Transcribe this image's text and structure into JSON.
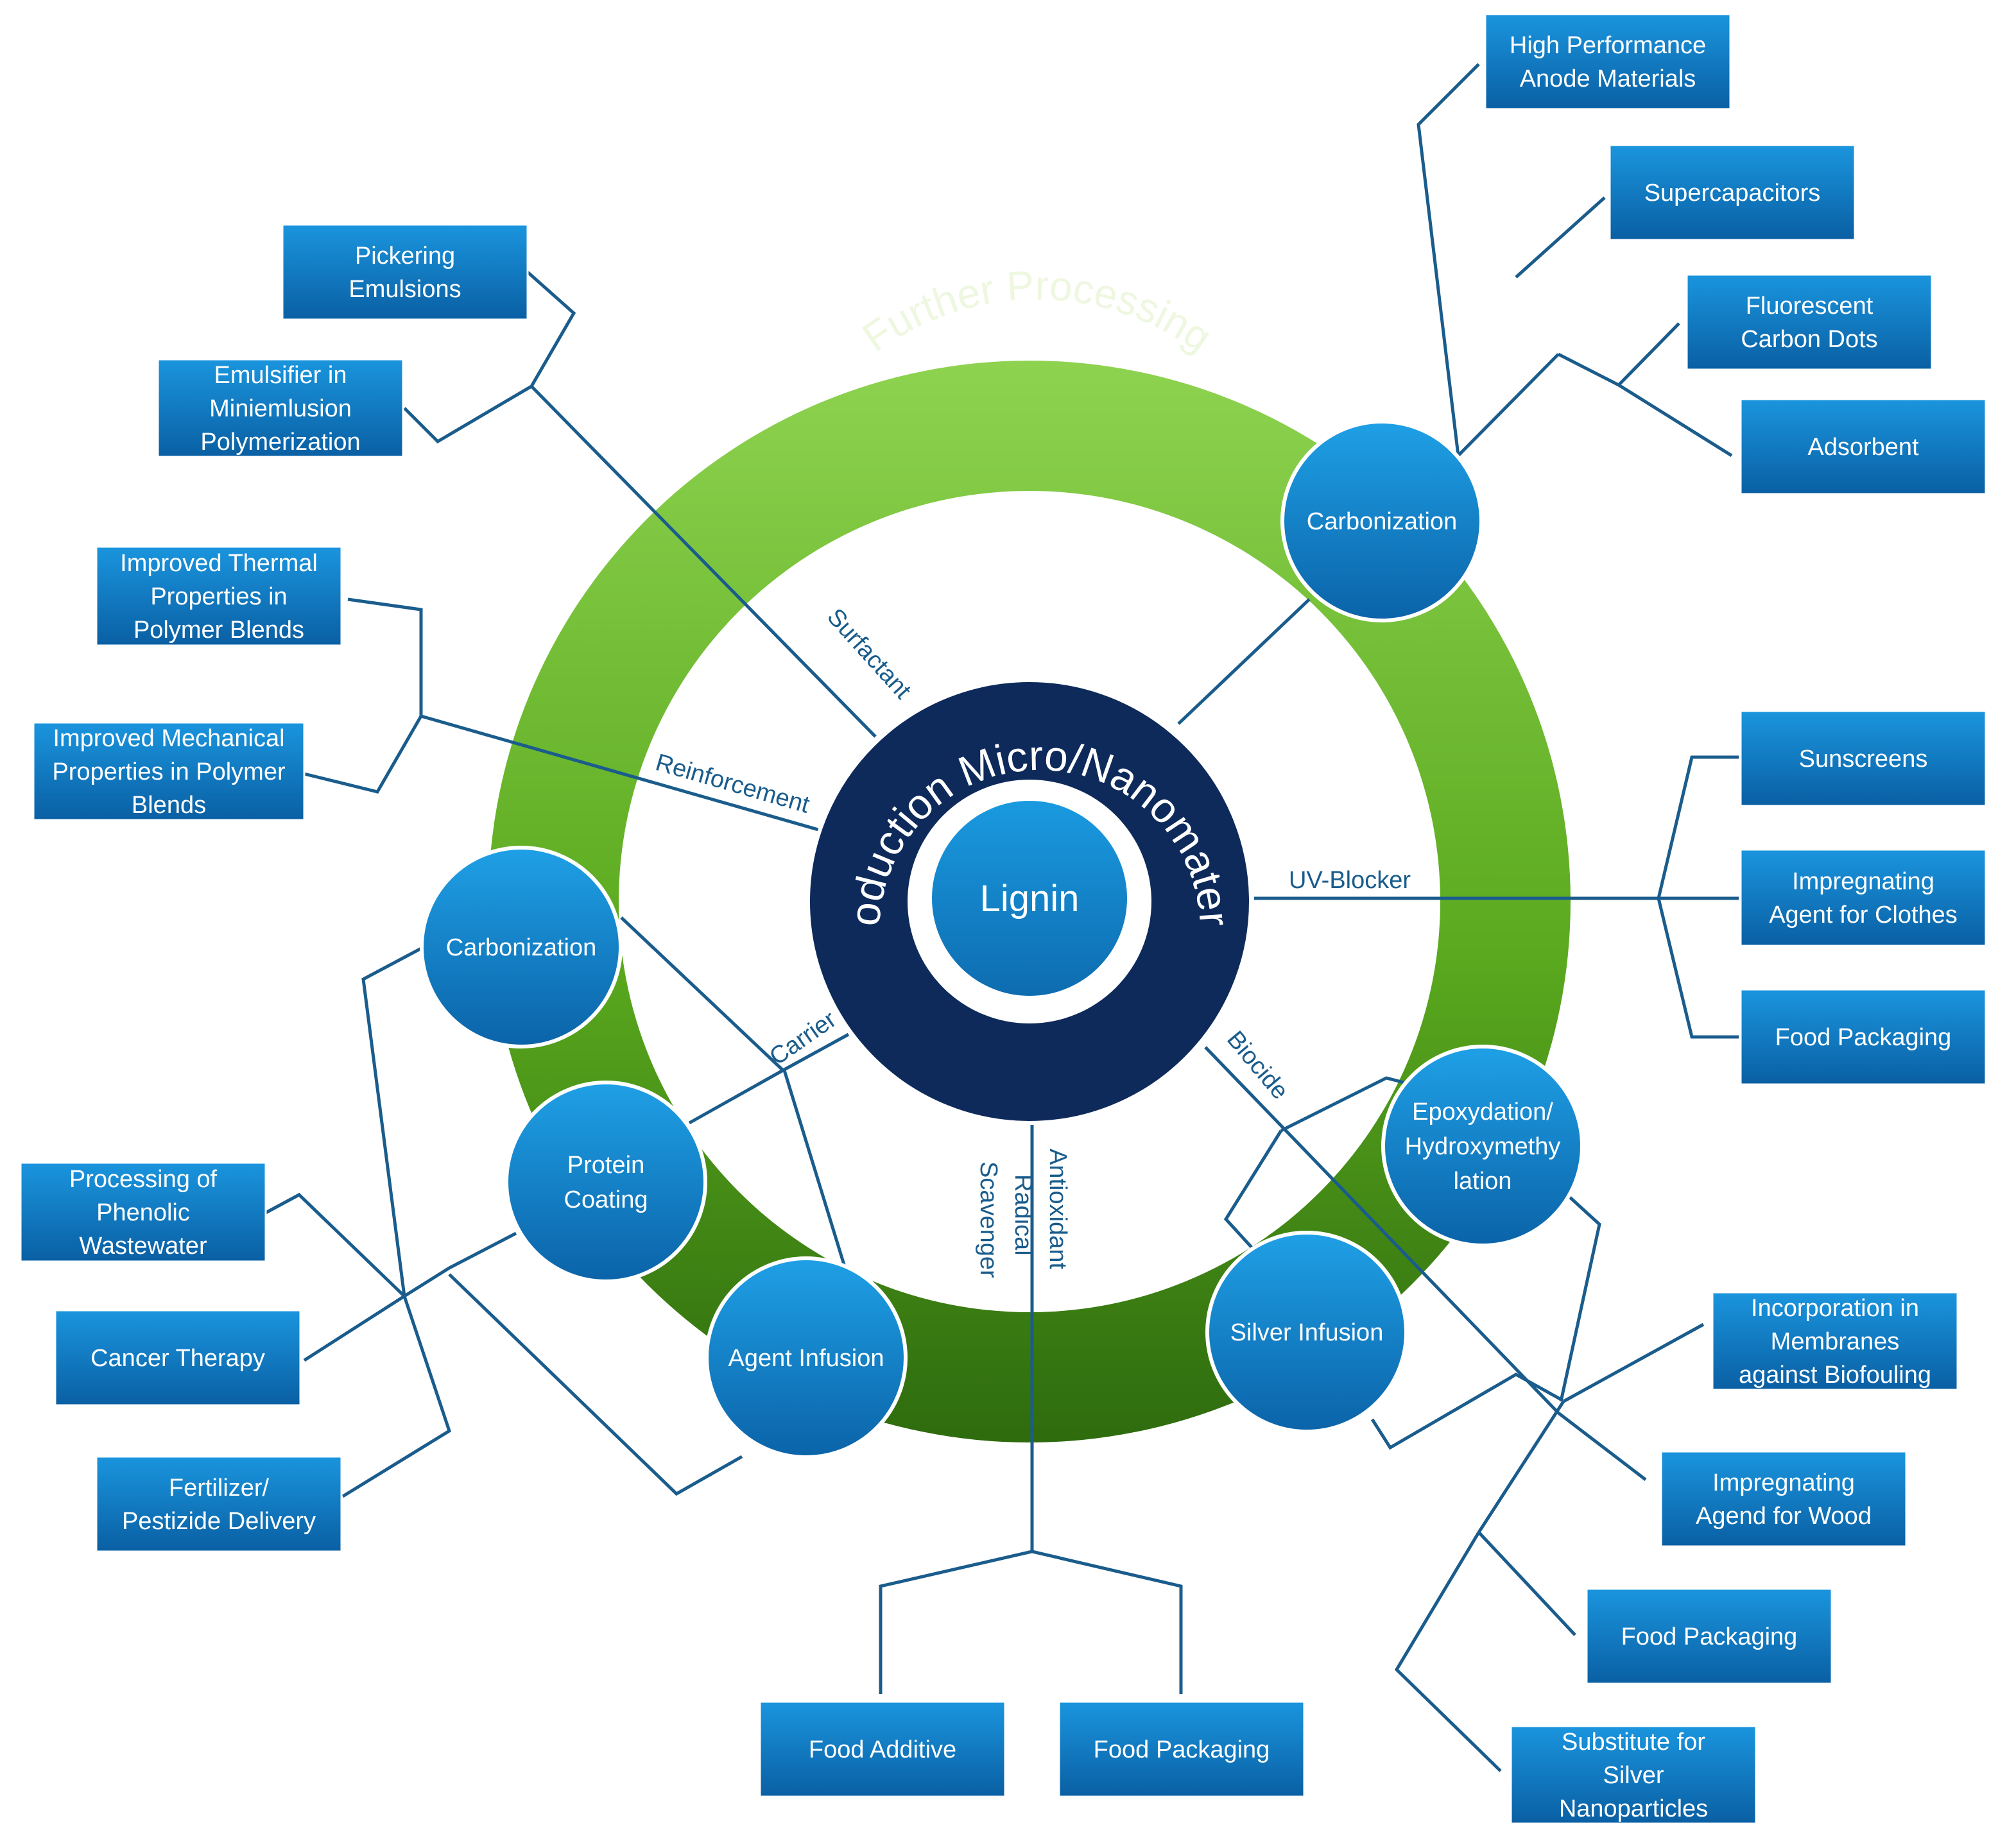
{
  "ring_title": "Further Processing",
  "production_title": "Production Micro/Nanomaterial",
  "core": "Lignin",
  "edge_labels": {
    "surfactant": "Surfactant",
    "reinforcement": "Reinforcement",
    "uv_blocker": "UV-Blocker",
    "carrier": "Carrier",
    "biocide": "Biocide",
    "antioxidant": [
      "Antioxidant",
      "Radical",
      "Scavenger"
    ]
  },
  "processes": {
    "carbonization_top": [
      "Carbonization"
    ],
    "carbonization_left": [
      "Carbonization"
    ],
    "protein_coating": [
      "Protein",
      "Coating"
    ],
    "agent_infusion": [
      "Agent Infusion"
    ],
    "silver_infusion": [
      "Silver Infusion"
    ],
    "epoxydation": [
      "Epoxydation/",
      "Hydroxymethy",
      "lation"
    ]
  },
  "applications": {
    "high_performance_anode": [
      "High Performance",
      "Anode Materials"
    ],
    "supercapacitors": [
      "Supercapacitors"
    ],
    "fluorescent_carbon_dots": [
      "Fluorescent",
      "Carbon Dots"
    ],
    "adsorbent": [
      "Adsorbent"
    ],
    "pickering_emulsions": [
      "Pickering",
      "Emulsions"
    ],
    "emulsifier_miniemulsion": [
      "Emulsifier in",
      "Miniemlusion",
      "Polymerization"
    ],
    "improved_thermal": [
      "Improved Thermal",
      "Properties in",
      "Polymer Blends"
    ],
    "improved_mechanical": [
      "Improved Mechanical",
      "Properties in Polymer",
      "Blends"
    ],
    "sunscreens": [
      "Sunscreens"
    ],
    "impregnating_clothes": [
      "Impregnating",
      "Agent for Clothes"
    ],
    "food_packaging_uv": [
      "Food Packaging"
    ],
    "processing_phenolic": [
      "Processing of",
      "Phenolic",
      "Wastewater"
    ],
    "cancer_therapy": [
      "Cancer Therapy"
    ],
    "fertilizer_delivery": [
      "Fertilizer/",
      "Pestizide Delivery"
    ],
    "incorporation_membranes": [
      "Incorporation in",
      "Membranes",
      "against Biofouling"
    ],
    "impregnating_wood": [
      "Impregnating",
      "Agend for Wood"
    ],
    "food_packaging_biocide": [
      "Food Packaging"
    ],
    "substitute_silver": [
      "Substitute for",
      "Silver",
      "Nanoparticles"
    ],
    "food_additive": [
      "Food Additive"
    ],
    "food_packaging_antiox": [
      "Food Packaging"
    ]
  },
  "colors": {
    "ring_light": "#8ed350",
    "ring_dark": "#2e6b0e",
    "production_navy": "#0d2a5a",
    "process_blue": "#1589d1",
    "box_blue": "#0f7bc4",
    "connector": "#1a5c8c"
  }
}
